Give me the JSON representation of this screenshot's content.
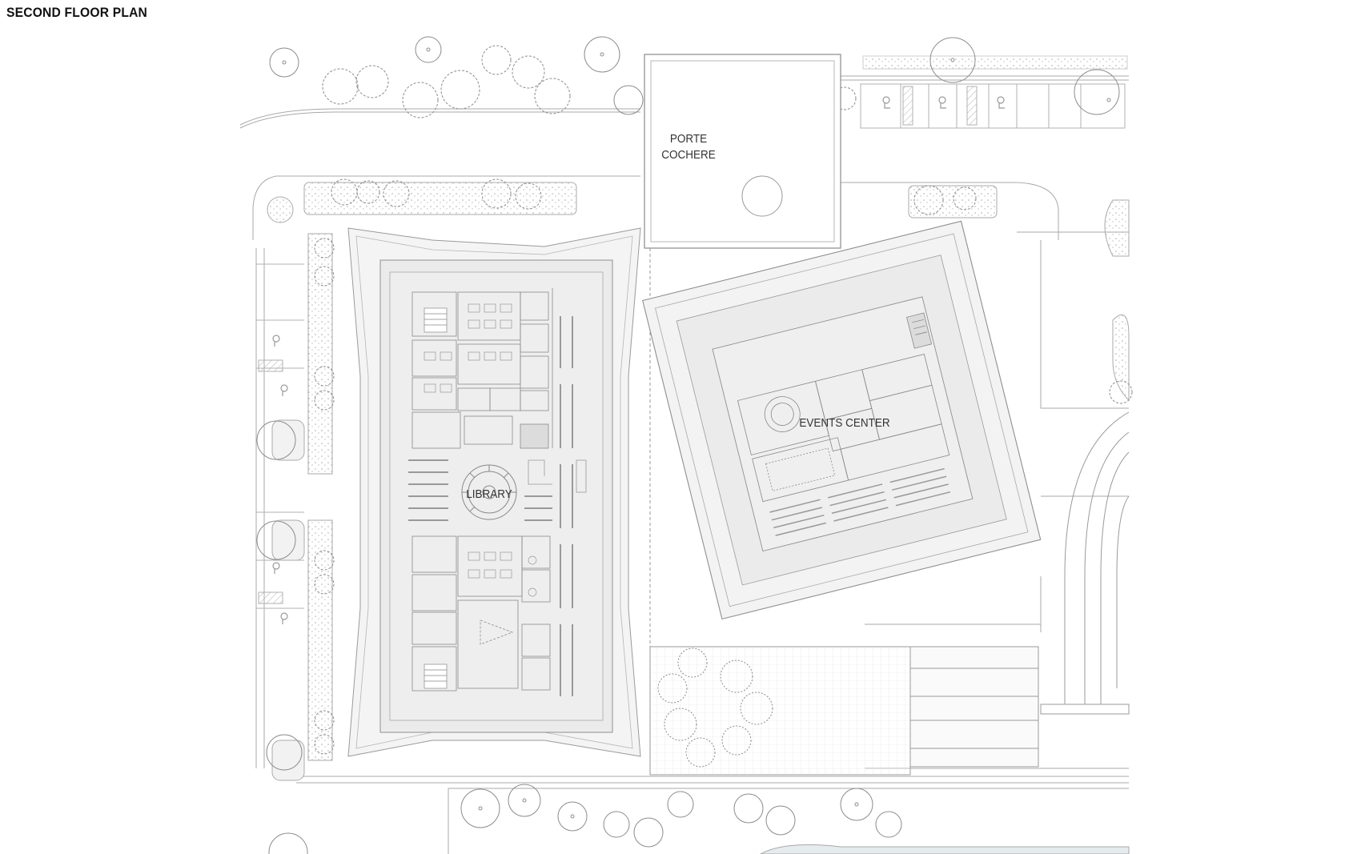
{
  "title": "SECOND FLOOR PLAN",
  "labels": {
    "porte_line1": "PORTE",
    "porte_line2": "COCHERE",
    "library": "LIBRARY",
    "events": "EVENTS CENTER"
  },
  "colors": {
    "line": "#9a9a9a",
    "fill": "#ededed",
    "fill_dark": "#dcdcdc",
    "tree": "#8c8c8c",
    "text": "#333333"
  },
  "icons": [
    "tree-icon",
    "palm-tree-icon",
    "accessible-parking-icon",
    "stair-icon"
  ]
}
